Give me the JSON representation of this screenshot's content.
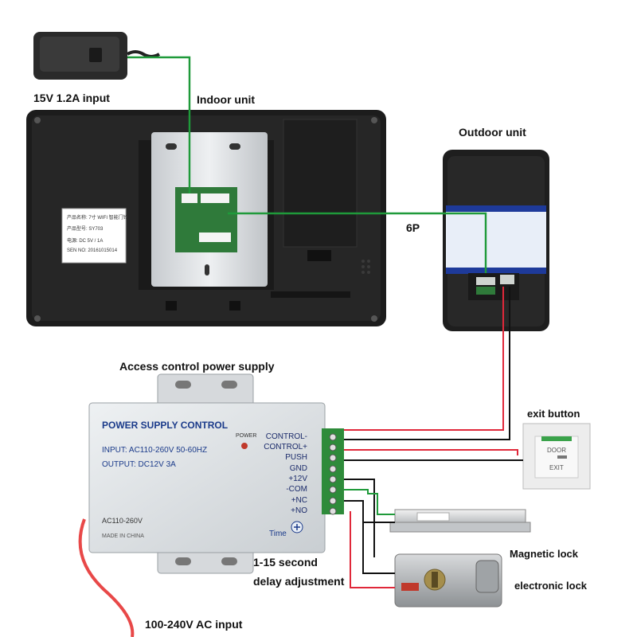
{
  "labels": {
    "adapter": "15V 1.2A input",
    "indoor": "Indoor unit",
    "outdoor": "Outdoor unit",
    "sixp": "6P",
    "psu_title": "Access control power supply",
    "exit": "exit button",
    "maglock": "Magnetic lock",
    "elock": "electronic lock",
    "delay1": "1-15 second",
    "delay2": "delay adjustment",
    "ac": "100-240V AC input"
  },
  "sticker": {
    "line1": "产品名称: 7寸 WIFI 智能门铃",
    "line2": "产品型号: SY703",
    "line3": "电源: DC 5V / 1A",
    "line4": "SEN NO: 20161015014"
  },
  "psu": {
    "brand": "POWER SUPPLY CONTROL",
    "input": "INPUT: AC110-260V 50-60HZ",
    "output": "OUTPUT: DC12V 3A",
    "power": "POWER",
    "ac_label": "AC110-260V",
    "made": "MADE IN CHINA",
    "time": "Time",
    "terminals": [
      "CONTROL-",
      "CONTROL+",
      "PUSH",
      "GND",
      "+12V",
      "-COM",
      "+NC",
      "+NO"
    ]
  },
  "exit_button": {
    "door": "DOOR",
    "exit": "EXIT"
  },
  "colors": {
    "wire_green": "#1f9a3a",
    "wire_red": "#e0283a",
    "wire_black": "#111111",
    "ac_red": "#e84848"
  }
}
